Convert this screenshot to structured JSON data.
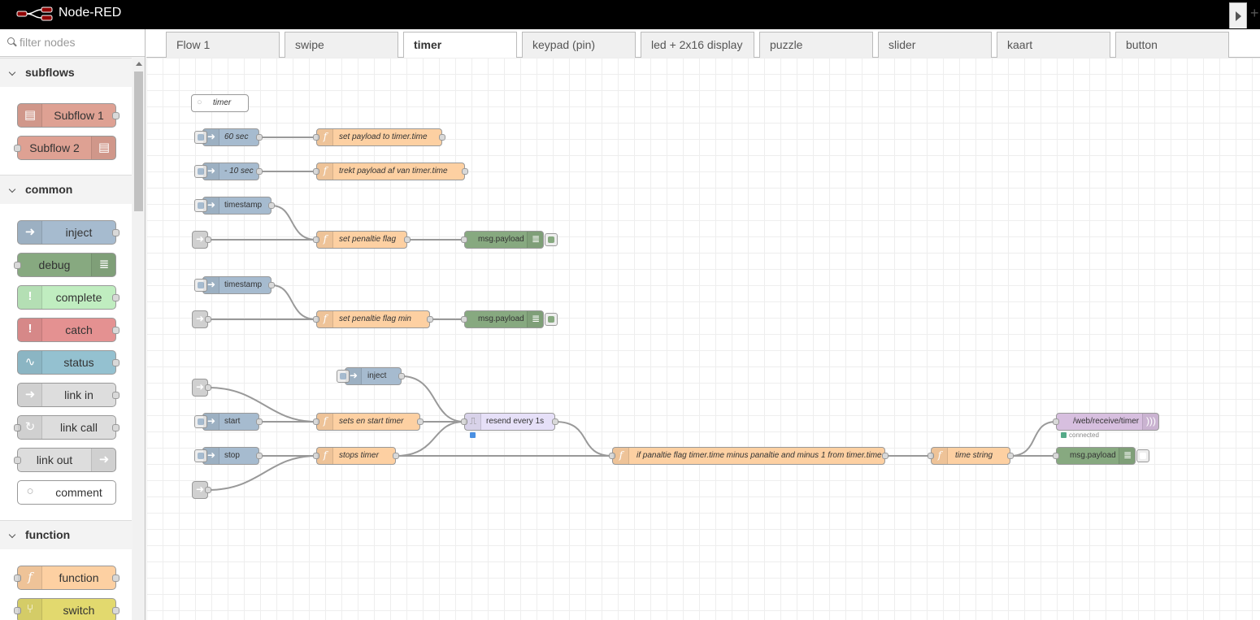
{
  "app": {
    "title": "Node-RED"
  },
  "palette": {
    "search_placeholder": "filter nodes",
    "categories": [
      {
        "label": "subflows",
        "nodes": [
          {
            "label": "Subflow 1",
            "color": "#dea193",
            "icon": "subflow-icon",
            "icon_side": "left"
          },
          {
            "label": "Subflow 2",
            "color": "#dea193",
            "icon": "subflow-icon",
            "icon_side": "right"
          }
        ]
      },
      {
        "label": "common",
        "nodes": [
          {
            "label": "inject",
            "color": "#a6bbcf",
            "icon": "inject-arrow-icon",
            "icon_side": "left"
          },
          {
            "label": "debug",
            "color": "#87a980",
            "icon": "debug-list-icon",
            "icon_side": "right"
          },
          {
            "label": "complete",
            "color": "#c0edc0",
            "icon": "exclamation-icon",
            "icon_side": "left"
          },
          {
            "label": "catch",
            "color": "#e49191",
            "icon": "exclamation-icon",
            "icon_side": "left"
          },
          {
            "label": "status",
            "color": "#94c1d0",
            "icon": "pulse-icon",
            "icon_side": "left"
          },
          {
            "label": "link in",
            "color": "#dddddd",
            "icon": "link-in-icon",
            "icon_side": "left"
          },
          {
            "label": "link call",
            "color": "#dddddd",
            "icon": "link-call-icon",
            "icon_side": "left"
          },
          {
            "label": "link out",
            "color": "#dddddd",
            "icon": "link-out-icon",
            "icon_side": "right"
          },
          {
            "label": "comment",
            "color": "#ffffff",
            "icon": "comment-icon",
            "icon_side": "left"
          }
        ]
      },
      {
        "label": "function",
        "nodes": [
          {
            "label": "function",
            "color": "#fdd0a2",
            "icon": "function-icon",
            "icon_side": "left"
          },
          {
            "label": "switch",
            "color": "#e2d96e",
            "icon": "switch-icon",
            "icon_side": "left"
          }
        ]
      }
    ]
  },
  "tabs": [
    {
      "label": "Flow 1",
      "active": false
    },
    {
      "label": "swipe",
      "active": false
    },
    {
      "label": "timer",
      "active": true
    },
    {
      "label": "keypad (pin)",
      "active": false
    },
    {
      "label": "led + 2x16 display",
      "active": false
    },
    {
      "label": "puzzle",
      "active": false
    },
    {
      "label": "slider",
      "active": false
    },
    {
      "label": "kaart",
      "active": false
    },
    {
      "label": "button",
      "active": false
    }
  ],
  "tab_add_label": "+",
  "flow": {
    "comment": "timer",
    "inject_60": "60 sec",
    "inject_minus10": "- 10 sec",
    "inject_ts1": "timestamp",
    "inject_ts2": "timestamp",
    "inject_plain": "inject",
    "inject_start": "start",
    "inject_stop": "stop",
    "fn_set_payload": "set payload to timer.time",
    "fn_trekt": "trekt payload af van timer.time",
    "fn_penaltie": "set penaltie flag",
    "fn_penaltie_min": "set penaltie flag min",
    "fn_sets_start": "sets en start timer",
    "fn_stops": "stops timer",
    "trigger_resend": "resend every 1s",
    "fn_if_penaltie": "if panaltie flag timer.time minus panaltie and minus 1 from timer.time",
    "fn_time_string": "time string",
    "ws_out": "/web/receive/timer",
    "ws_status": "connected",
    "debug_1": "msg.payload",
    "debug_2": "msg.payload",
    "debug_3": "msg.payload"
  }
}
